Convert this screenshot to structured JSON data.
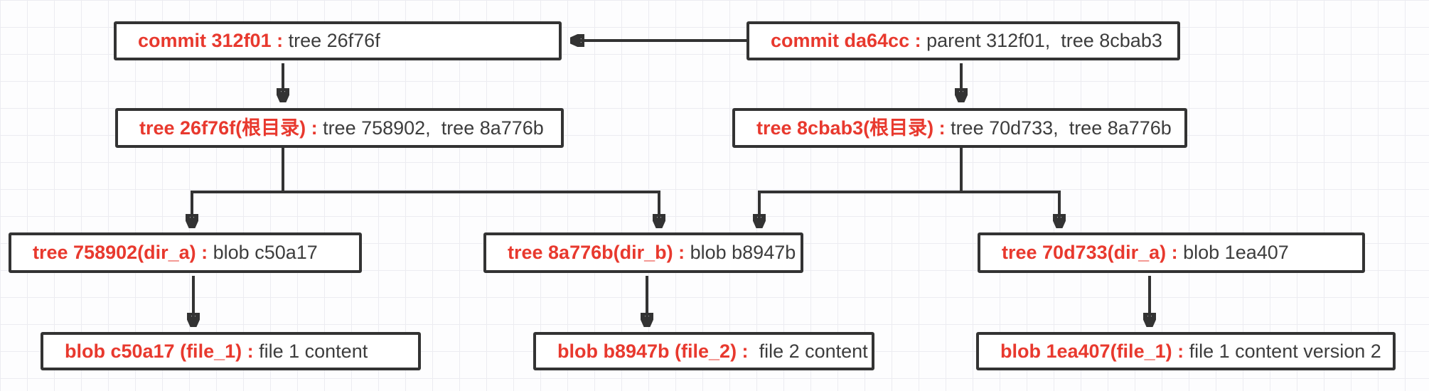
{
  "diagram_title": "git-object-model",
  "colors": {
    "accent_red": "#e8392e",
    "text_dark": "#3d3d3d",
    "stroke_dark": "#333333",
    "grid_line": "#ececf1",
    "background": "#fdfdfe"
  },
  "nodes": {
    "commit_312f01": {
      "label": "commit 312f01 :",
      "detail": " tree 26f76f"
    },
    "commit_da64cc": {
      "label": "commit da64cc :",
      "detail": " parent 312f01,  tree 8cbab3"
    },
    "tree_26f76f": {
      "label": "tree 26f76f(根目录) :",
      "detail": " tree 758902,  tree 8a776b"
    },
    "tree_8cbab3": {
      "label": "tree 8cbab3(根目录) :",
      "detail": " tree 70d733,  tree 8a776b"
    },
    "tree_758902": {
      "label": "tree 758902(dir_a) :",
      "detail": " blob c50a17"
    },
    "tree_8a776b": {
      "label": "tree 8a776b(dir_b) :",
      "detail": " blob b8947b"
    },
    "tree_70d733": {
      "label": "tree 70d733(dir_a) :",
      "detail": " blob 1ea407"
    },
    "blob_c50a17": {
      "label": "blob c50a17 (file_1) :",
      "detail": " file 1 content"
    },
    "blob_b8947b": {
      "label": "blob b8947b (file_2) :",
      "detail": "  file 2 content"
    },
    "blob_1ea407": {
      "label": "blob 1ea407(file_1) :",
      "detail": " file 1 content version 2"
    }
  },
  "edges": [
    {
      "from": "commit_da64cc",
      "to": "commit_312f01"
    },
    {
      "from": "commit_312f01",
      "to": "tree_26f76f"
    },
    {
      "from": "commit_da64cc",
      "to": "tree_8cbab3"
    },
    {
      "from": "tree_26f76f",
      "to": "tree_758902"
    },
    {
      "from": "tree_26f76f",
      "to": "tree_8a776b"
    },
    {
      "from": "tree_8cbab3",
      "to": "tree_8a776b"
    },
    {
      "from": "tree_8cbab3",
      "to": "tree_70d733"
    },
    {
      "from": "tree_758902",
      "to": "blob_c50a17"
    },
    {
      "from": "tree_8a776b",
      "to": "blob_b8947b"
    },
    {
      "from": "tree_70d733",
      "to": "blob_1ea407"
    }
  ]
}
